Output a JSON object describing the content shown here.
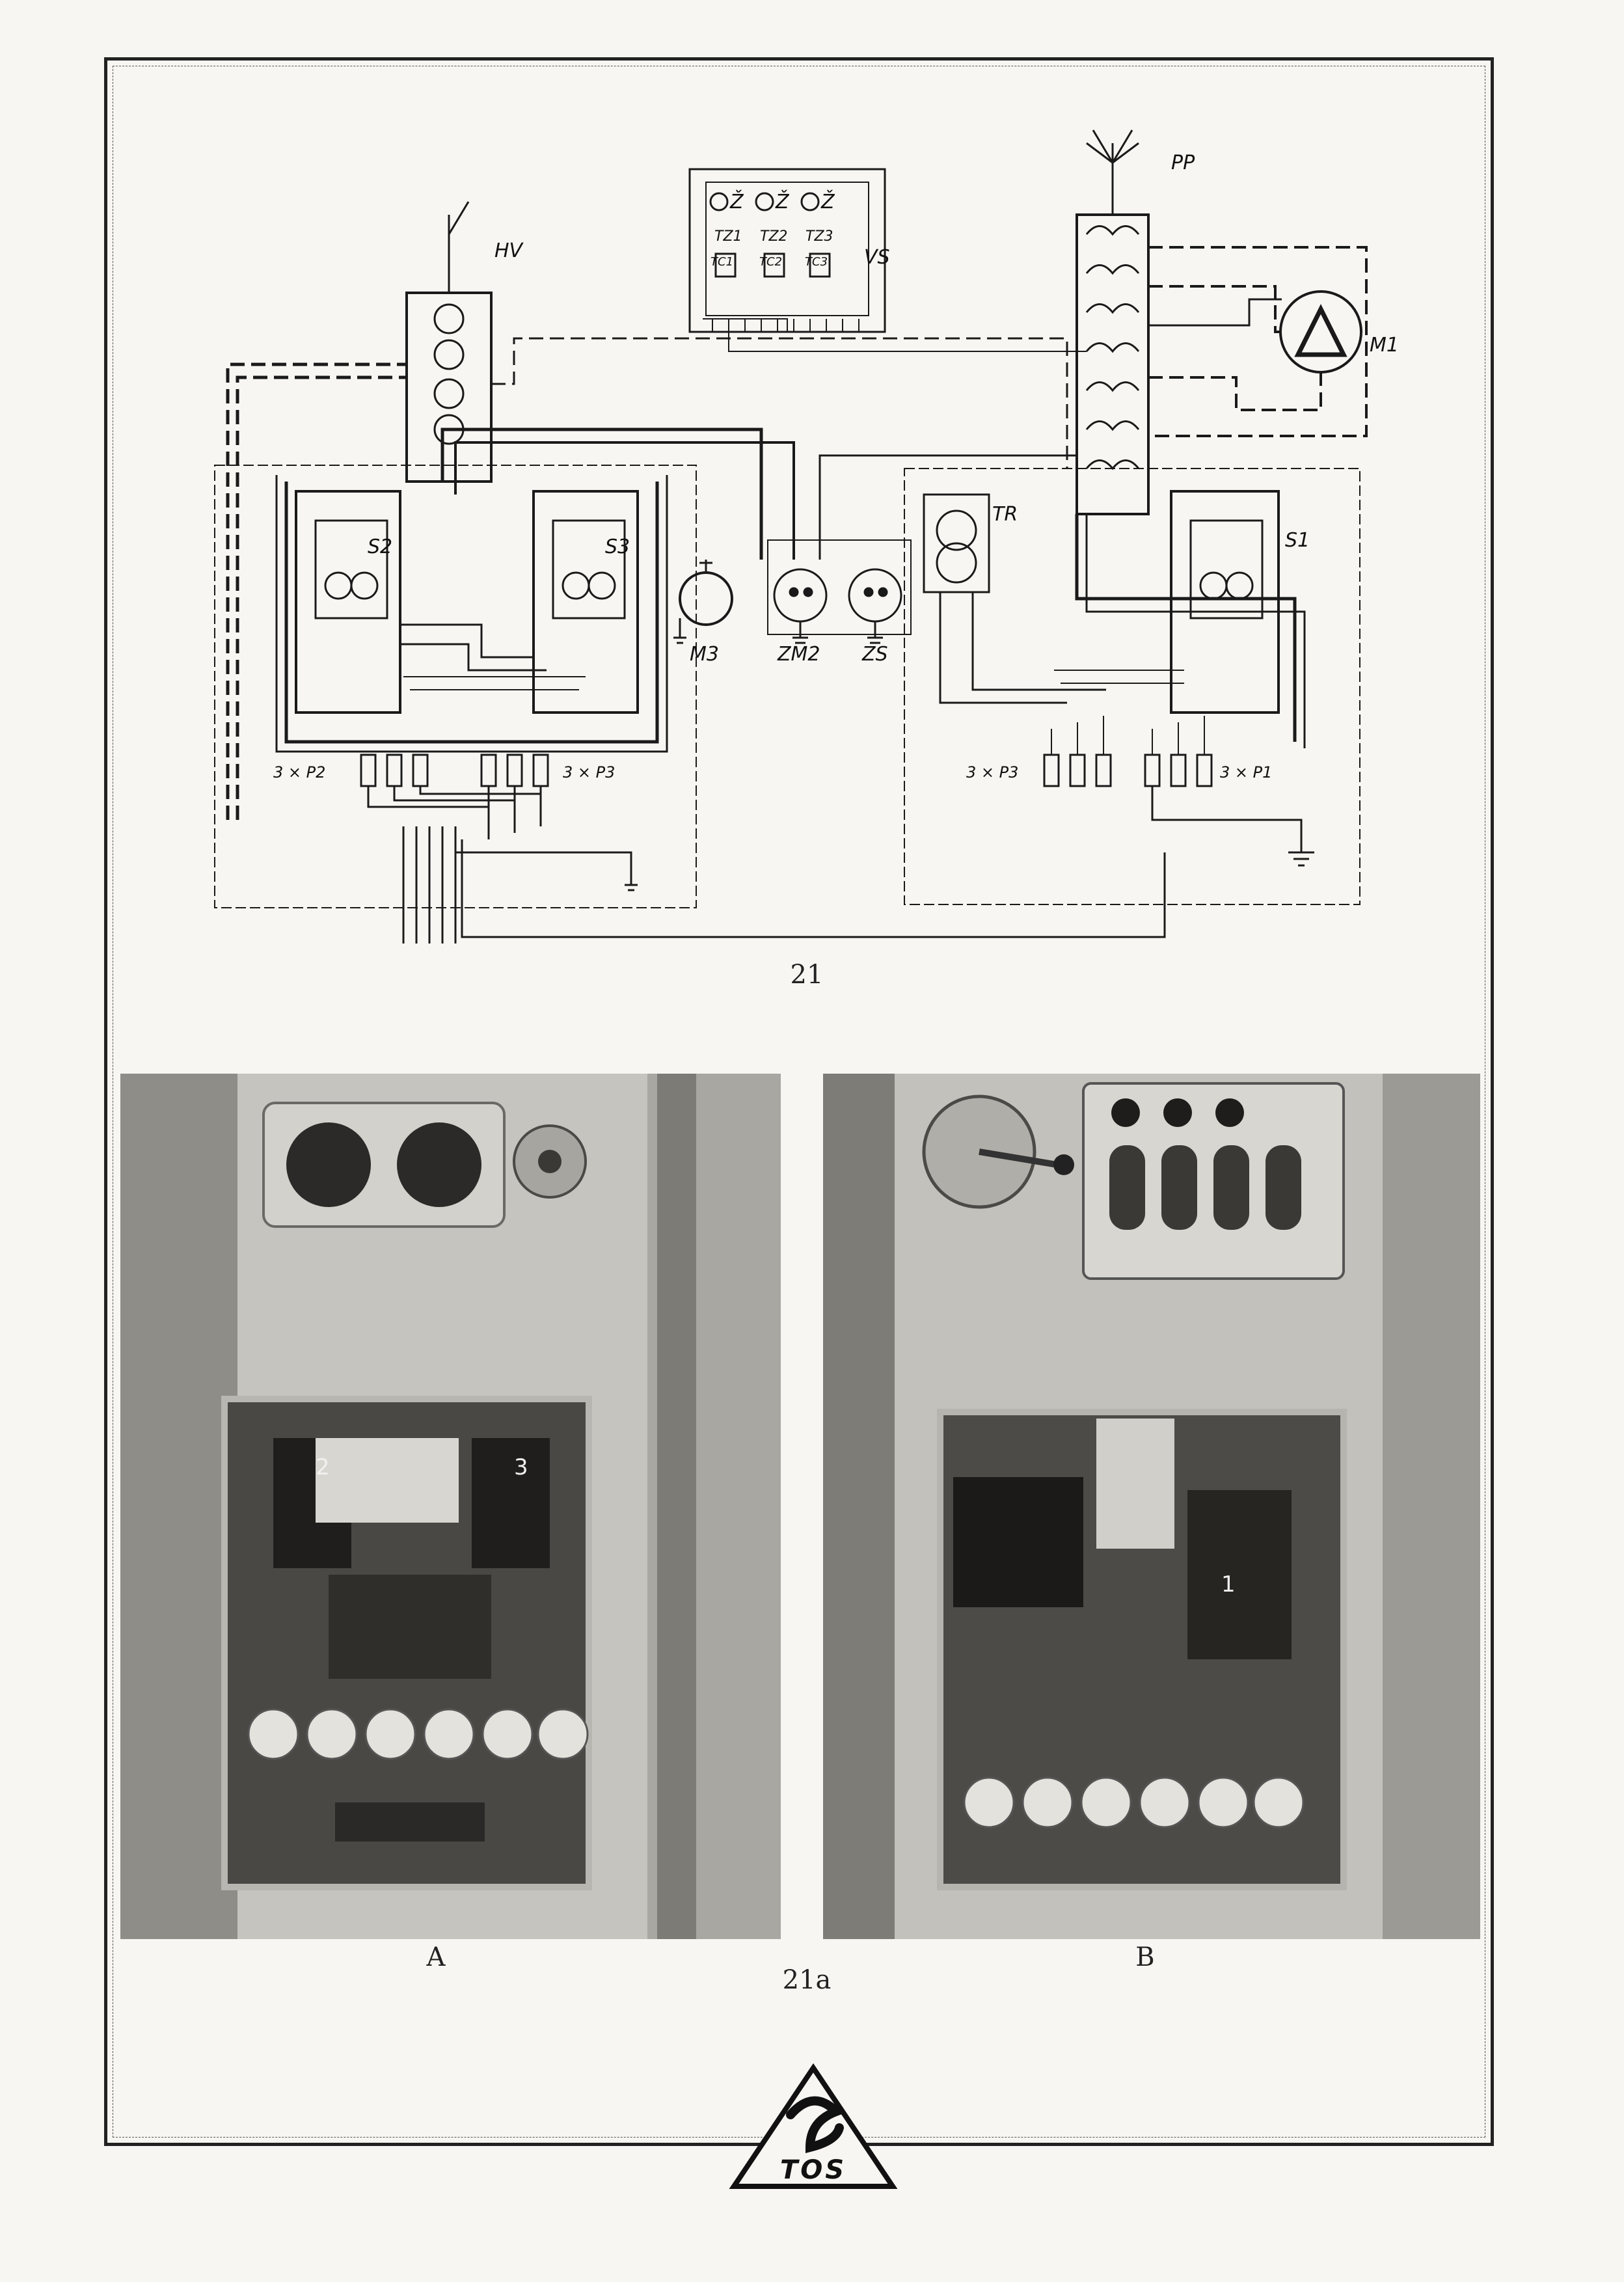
{
  "schematic": {
    "labels": {
      "hv": "HV",
      "pp": "PP",
      "m1": "M1",
      "vs": "VS",
      "tr": "TR",
      "s1": "S1",
      "s2": "S2",
      "s3": "S3",
      "m3": "M3",
      "zm2": "ZM2",
      "zs": "ZS",
      "p2": "3 × P2",
      "p3a": "3 × P3",
      "p3b": "3 × P3",
      "p1": "3 × P1",
      "z1": "Ž",
      "z2": "Ž",
      "z3": "Ž",
      "tz1": "TZ1",
      "tz2": "TZ2",
      "tz3": "TZ3",
      "tc1": "TC1",
      "tc2": "TC2",
      "tc3": "TC3"
    }
  },
  "figure_number": "21",
  "photos": {
    "caption": "21a",
    "left_label": "A",
    "right_label": "B",
    "left_box_numbers": [
      "2",
      "3"
    ],
    "right_box_numbers": [
      "1"
    ]
  },
  "logo": {
    "text": "TOS"
  }
}
